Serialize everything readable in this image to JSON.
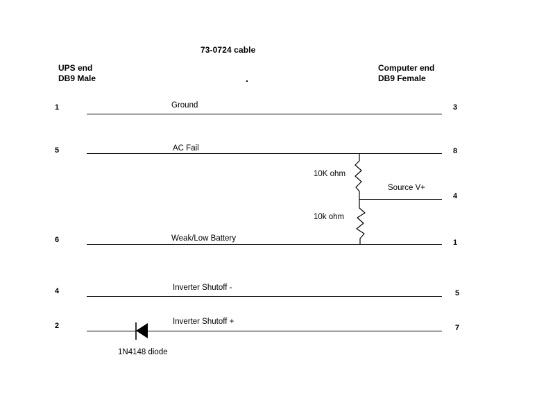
{
  "diagram": {
    "title": "73-0724 cable",
    "left_end": {
      "line1": "UPS end",
      "line2": "DB9 Male"
    },
    "right_end": {
      "line1": "Computer end",
      "line2": "DB9 Female"
    },
    "stroke_color": "#000000",
    "background_color": "#ffffff"
  },
  "connections": [
    {
      "left_pin": "1",
      "label": "Ground",
      "right_pin": "3"
    },
    {
      "left_pin": "5",
      "label": "AC Fail",
      "right_pin": "8"
    },
    {
      "left_pin": "",
      "label": "Source V+",
      "right_pin": "4"
    },
    {
      "left_pin": "6",
      "label": "Weak/Low Battery",
      "right_pin": "1"
    },
    {
      "left_pin": "4",
      "label": "Inverter Shutoff -",
      "right_pin": "5"
    },
    {
      "left_pin": "2",
      "label": "Inverter Shutoff +",
      "right_pin": "7"
    }
  ],
  "components": [
    {
      "type": "resistor",
      "name": "upper-resistor",
      "value": "10K ohm"
    },
    {
      "type": "resistor",
      "name": "lower-resistor",
      "value": "10k ohm"
    },
    {
      "type": "diode",
      "name": "series-diode",
      "value": "1N4148 diode"
    }
  ]
}
